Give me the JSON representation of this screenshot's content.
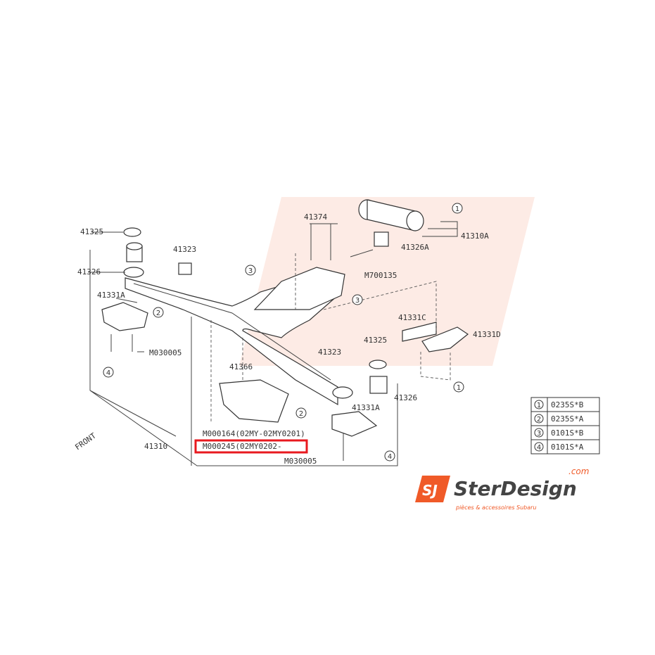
{
  "diagram": {
    "part_labels": {
      "p41325_left": "41325",
      "p41326_left": "41326",
      "p41323_left": "41323",
      "p41331A_left": "41331A",
      "m030005_left": "M030005",
      "p41374": "41374",
      "m700135": "M700135",
      "p41310A": "41310A",
      "p41326A": "41326A",
      "p41331C": "41331C",
      "p41331D": "41331D",
      "p41325_right": "41325",
      "p41323_right": "41323",
      "p41366": "41366",
      "p41331A_right": "41331A",
      "p41326_right": "41326",
      "p41310": "41310",
      "m000164": "M000164(02MY-02MY0201)",
      "m000245": "M000245(02MY0202-",
      "m030005_right": "M030005",
      "front": "FRONT"
    },
    "callouts": [
      "1",
      "2",
      "3",
      "4"
    ],
    "legend": [
      {
        "num": "1",
        "code": "0235S*B"
      },
      {
        "num": "2",
        "code": "0235S*A"
      },
      {
        "num": "3",
        "code": "0101S*B"
      },
      {
        "num": "4",
        "code": "0101S*A"
      }
    ],
    "highlight_color": "#e8191f",
    "logo": {
      "brand": "SterDesign",
      "domain": ".com",
      "tagline": "pièces & accessoires Subaru",
      "mark": "SJ",
      "color": "#f05a28"
    }
  }
}
